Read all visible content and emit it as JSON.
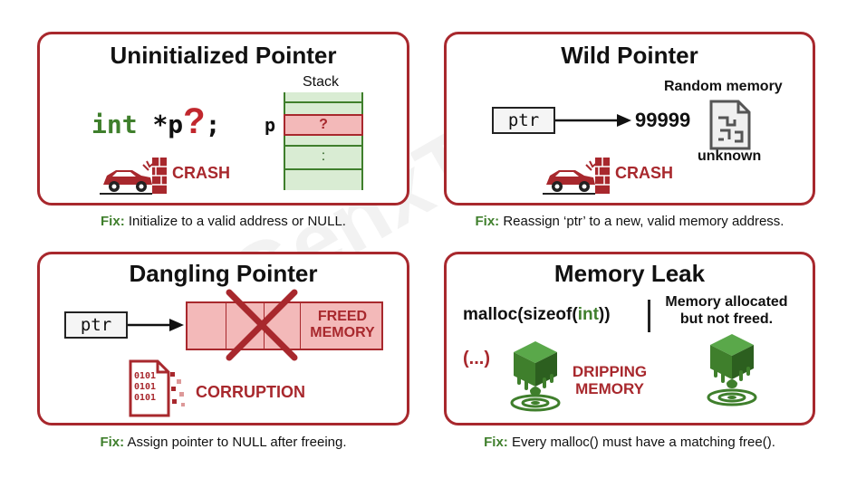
{
  "watermark": "GenxTech",
  "panels": {
    "uninit": {
      "title": "Uninitialized Pointer",
      "code_type": "int",
      "code_ptr": "*p",
      "code_q": "?",
      "code_end": ";",
      "stack_label": "Stack",
      "p_label": "p",
      "cell_q": "?",
      "cell_dots": ":",
      "crash": "CRASH",
      "fix_kw": "Fix:",
      "fix_text": " Initialize to a valid address or NULL."
    },
    "wild": {
      "title": "Wild Pointer",
      "ptr": "ptr",
      "value": "99999",
      "random": "Random memory",
      "unknown": "unknown",
      "crash": "CRASH",
      "fix_kw": "Fix:",
      "fix_text": " Reassign ‘ptr’ to a new, valid memory address."
    },
    "dangling": {
      "title": "Dangling Pointer",
      "ptr": "ptr",
      "freed_1": "FREED",
      "freed_2": "MEMORY",
      "corruption": "CORRUPTION",
      "bits_1": "0101",
      "bits_2": "0101",
      "bits_3": "0101",
      "fix_kw": "Fix:",
      "fix_text": " Assign pointer to NULL after freeing."
    },
    "leak": {
      "title": "Memory Leak",
      "code_a": "malloc(sizeof(",
      "code_b": "int",
      "code_c": "))",
      "note_1": "Memory allocated",
      "note_2": "but not freed.",
      "ellipsis": "(...)",
      "drip_1": "DRIPPING",
      "drip_2": "MEMORY",
      "fix_kw": "Fix:",
      "fix_text": " Every malloc() must have a matching free()."
    }
  },
  "colors": {
    "accent": "#a8282d",
    "green": "#3f7f2c",
    "stack_green": "#d9ecd3",
    "freed_pink": "#f3b9b9"
  }
}
